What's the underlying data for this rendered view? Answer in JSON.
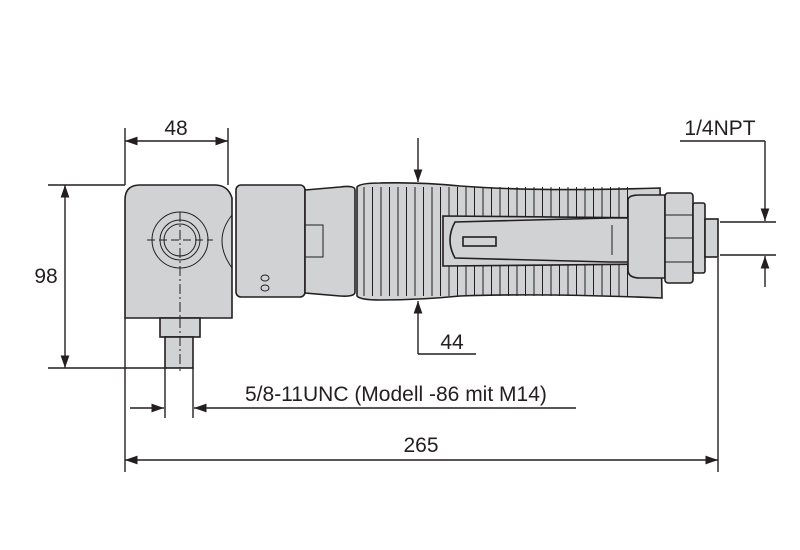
{
  "drawing": {
    "dimensions": {
      "head_width": "48",
      "head_height": "98",
      "grip_diameter": "44",
      "air_inlet": "1/4NPT",
      "spindle_thread": "5/8-11UNC (Modell -86 mit M14)",
      "overall_length": "265"
    },
    "colors": {
      "body": "#d1d2d4",
      "line": "#231f20"
    }
  }
}
